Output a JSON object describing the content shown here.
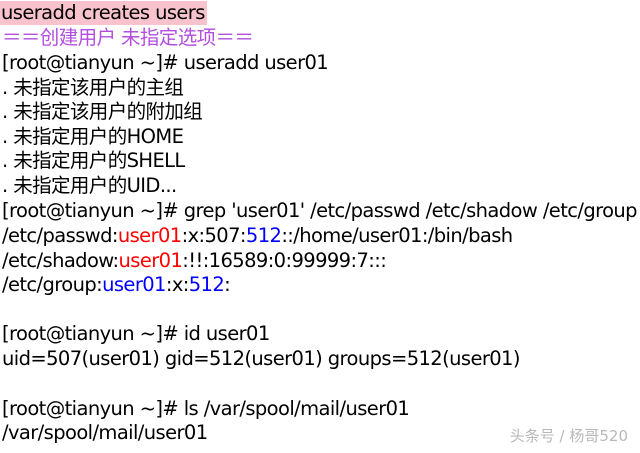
{
  "title": "useradd creates users",
  "subtitle": "＝＝创建用户 未指定选项＝＝",
  "cmd1": "[root@tianyun ~]# useradd user01",
  "notes": [
    ". 未指定该用户的主组",
    ". 未指定该用户的附加组",
    ". 未指定用户的HOME",
    ". 未指定用户的SHELL",
    ". 未指定用户的UID..."
  ],
  "cmd2": "[root@tianyun ~]# grep 'user01' /etc/passwd /etc/shadow /etc/group",
  "passwd": {
    "prefix": "/etc/passwd:",
    "user": "user01",
    "mid": ":x:507:",
    "gid": "512",
    "rest": "::/home/user01:/bin/bash"
  },
  "shadow": {
    "prefix": "/etc/shadow:",
    "user": "user01",
    "rest": ":!!:16589:0:99999:7:::"
  },
  "group": {
    "prefix": "/etc/group:",
    "user": "user01",
    "mid": ":x:",
    "gid": "512",
    "rest": ":"
  },
  "cmd3": "[root@tianyun ~]# id user01",
  "id_output": "uid=507(user01) gid=512(user01) groups=512(user01)",
  "cmd4": "[root@tianyun ~]# ls /var/spool/mail/user01",
  "ls_output": "/var/spool/mail/user01",
  "watermark": "头条号 / 杨哥520",
  "colors": {
    "title_bg": "#f8c3cc",
    "subtitle": "#b24ee0",
    "user_red": "#ff0000",
    "group_blue": "#0000ff"
  }
}
